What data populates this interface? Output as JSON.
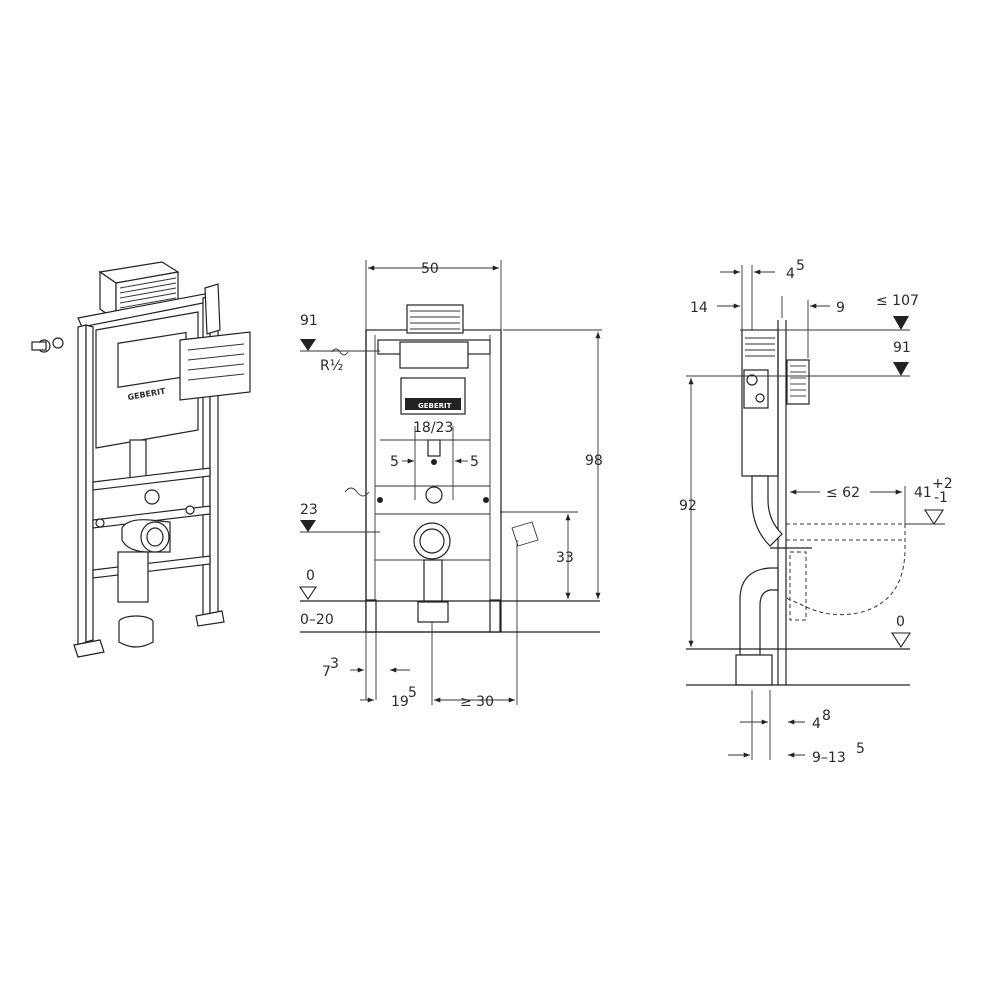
{
  "front_view": {
    "width": "50",
    "height": "98",
    "inlet_height": "91",
    "inlet_thread": "R½",
    "flush_pipe_spacing": "18/23",
    "left_offset": "5",
    "right_offset": "5",
    "bolt_height": "23",
    "outlet_height": "33",
    "floor_level": "0",
    "floor_range": "0–20",
    "edge_left_base": "7",
    "edge_left_sup": "3",
    "center_base": "19",
    "center_sup": "5",
    "min_side": "≥ 30"
  },
  "side_view": {
    "top_offset_base": "4",
    "top_offset_sup": "5",
    "depth": "14",
    "rear_gap": "9",
    "max_height": "≤ 107",
    "inlet_height": "91",
    "total_height": "92",
    "bowl_projection": "≤ 62",
    "seat_base": "41",
    "seat_tol_plus": "+2",
    "seat_tol_minus": "-1",
    "floor_level": "0",
    "pipe_offset_base": "4",
    "pipe_offset_sup": "8",
    "wall_range_base": "9–13",
    "wall_range_sup": "5"
  }
}
